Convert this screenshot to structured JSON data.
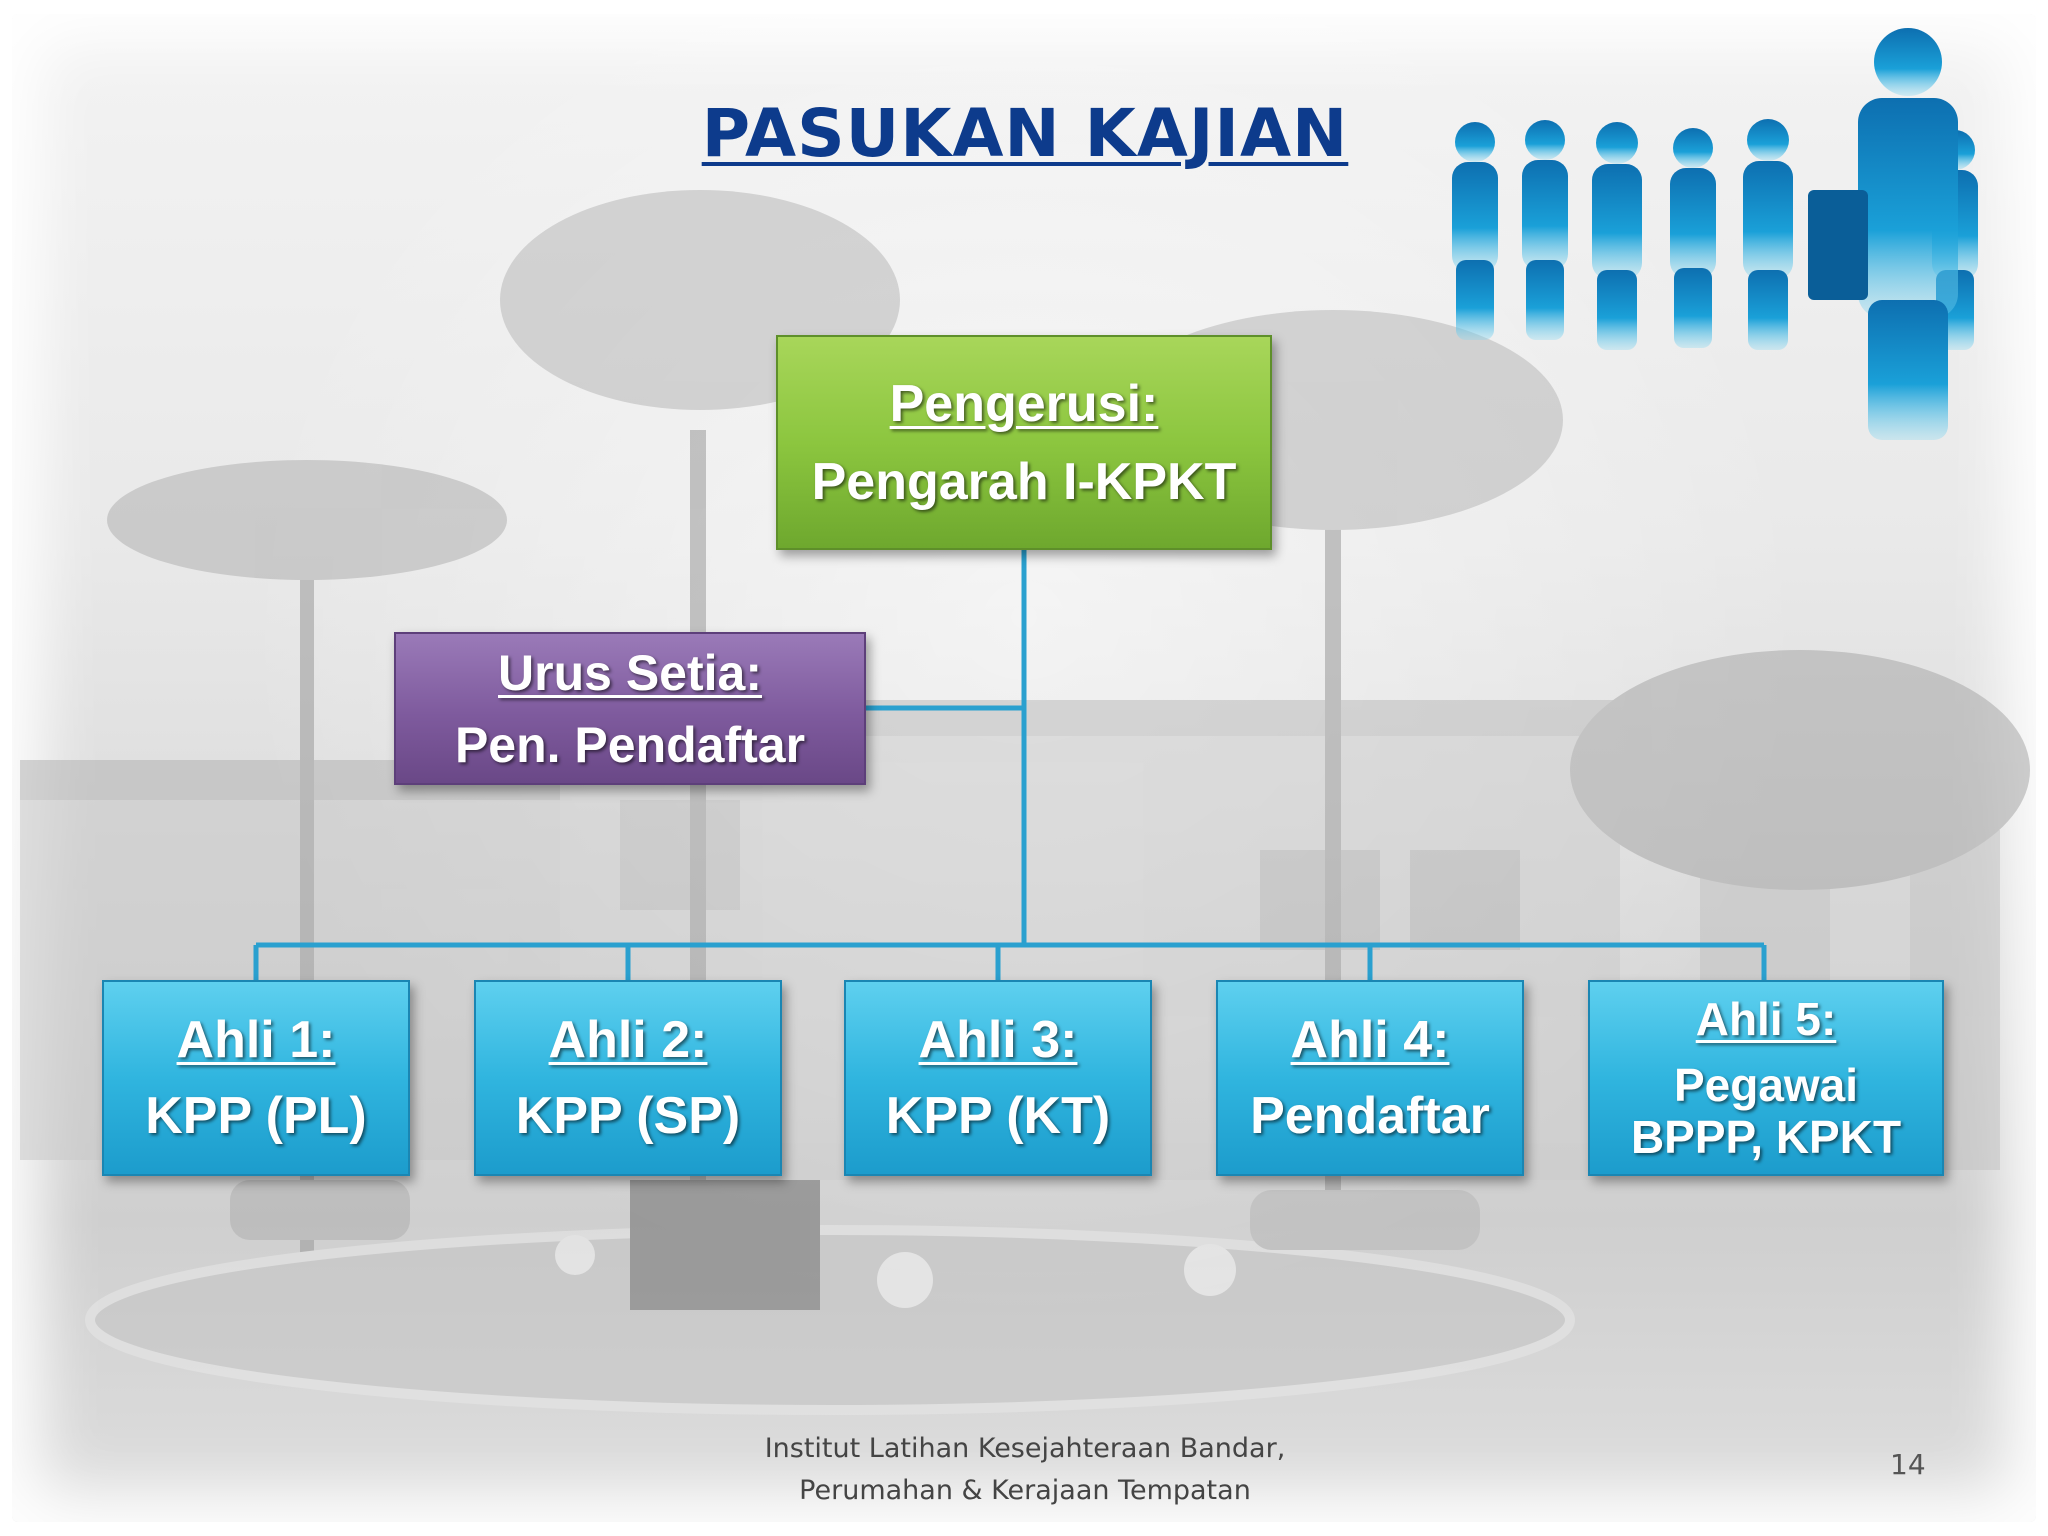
{
  "slide": {
    "title": "PASUKAN KAJIAN",
    "footer_line1": "Institut Latihan Kesejahteraan Bandar,",
    "footer_line2": "Perumahan & Kerajaan Tempatan",
    "page_number": "14"
  },
  "org_chart": {
    "chair": {
      "heading": "Pengerusi:",
      "name": "Pengarah I-KPKT",
      "color": "#8cc63f"
    },
    "secretariat": {
      "heading": "Urus Setia:",
      "name": "Pen. Pendaftar",
      "color": "#7e5a9d"
    },
    "members": [
      {
        "heading": "Ahli 1:",
        "name": "KPP (PL)"
      },
      {
        "heading": "Ahli 2:",
        "name": "KPP (SP)"
      },
      {
        "heading": "Ahli 3:",
        "name": "KPP (KT)"
      },
      {
        "heading": "Ahli 4:",
        "name": "Pendaftar"
      },
      {
        "heading": "Ahli 5:",
        "name": "Pegawai",
        "name2": "BPPP,  KPKT"
      }
    ],
    "member_color": "#30b5df",
    "connector_color": "#2aa0cf"
  },
  "colors": {
    "title": "#0d3b8c",
    "people_silhouettes": "#1aa0d8"
  },
  "icons": [
    "people-silhouettes-graphic",
    "campus-background-photo"
  ]
}
